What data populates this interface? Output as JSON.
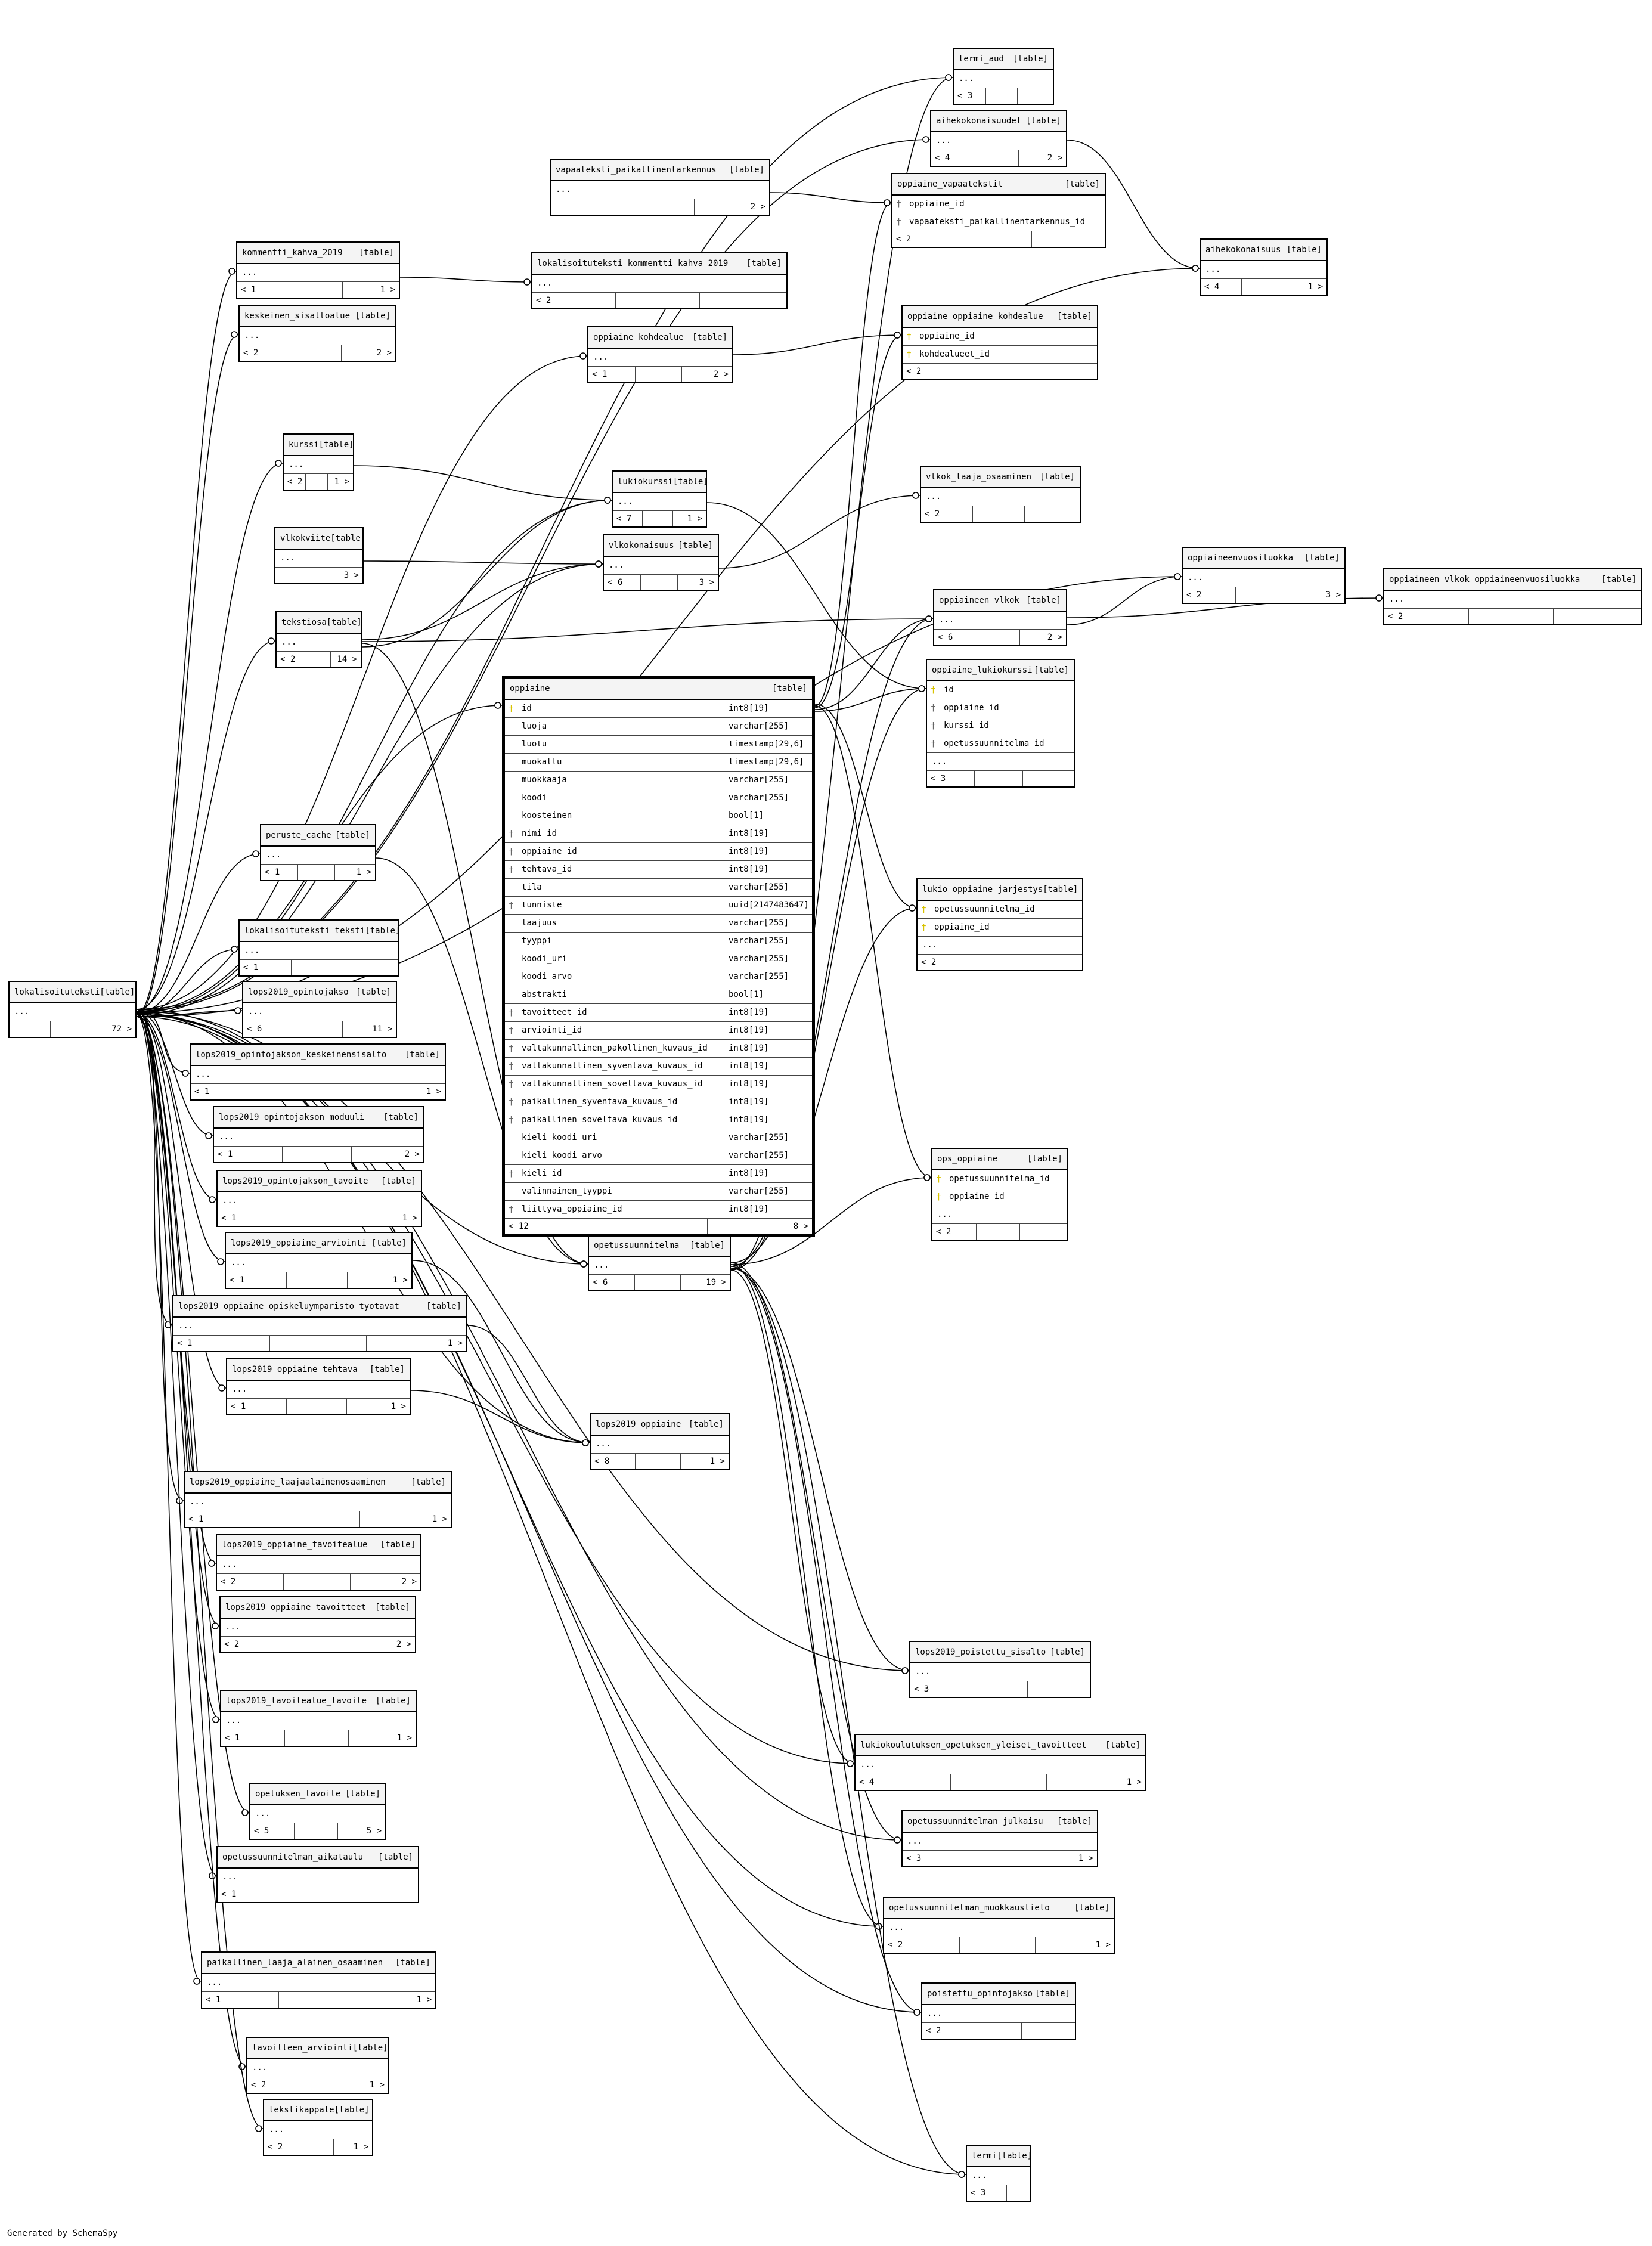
{
  "footer": "Generated by SchemaSpy",
  "colors": {
    "line": "#000000",
    "header_bg": "#f4f4f4",
    "pk_key": "#d8c300",
    "fk_key": "#666666"
  },
  "tables": [
    {
      "name": "termi_aud",
      "type": "[table]",
      "rows": [
        {
          "text": "..."
        }
      ],
      "footer": [
        "< 3",
        "",
        ""
      ]
    },
    {
      "name": "aihekokonaisuudet",
      "type": "[table]",
      "rows": [
        {
          "text": "..."
        }
      ],
      "footer": [
        "< 4",
        "",
        "2 >"
      ]
    },
    {
      "name": "vapaateksti_paikallinentarkennus",
      "type": "[table]",
      "rows": [
        {
          "text": "..."
        }
      ],
      "footer": [
        "",
        "",
        "2 >"
      ]
    },
    {
      "name": "oppiaine_vapaatekstit",
      "type": "[table]",
      "rows": [
        {
          "text": "oppiaine_id",
          "key": "fk"
        },
        {
          "text": "vapaateksti_paikallinentarkennus_id",
          "key": "fk"
        }
      ],
      "footer": [
        "< 2",
        "",
        ""
      ]
    },
    {
      "name": "aihekokonaisuus",
      "type": "[table]",
      "rows": [
        {
          "text": "..."
        }
      ],
      "footer": [
        "< 4",
        "",
        "1 >"
      ]
    },
    {
      "name": "kommentti_kahva_2019",
      "type": "[table]",
      "rows": [
        {
          "text": "..."
        }
      ],
      "footer": [
        "< 1",
        "",
        "1 >"
      ]
    },
    {
      "name": "lokalisoituteksti_kommentti_kahva_2019",
      "type": "[table]",
      "rows": [
        {
          "text": "..."
        }
      ],
      "footer": [
        "< 2",
        "",
        ""
      ]
    },
    {
      "name": "keskeinen_sisaltoalue",
      "type": "[table]",
      "rows": [
        {
          "text": "..."
        }
      ],
      "footer": [
        "< 2",
        "",
        "2 >"
      ]
    },
    {
      "name": "oppiaine_kohdealue",
      "type": "[table]",
      "rows": [
        {
          "text": "..."
        }
      ],
      "footer": [
        "< 1",
        "",
        "2 >"
      ]
    },
    {
      "name": "oppiaine_oppiaine_kohdealue",
      "type": "[table]",
      "rows": [
        {
          "text": "oppiaine_id",
          "key": "pk"
        },
        {
          "text": "kohdealueet_id",
          "key": "pk"
        }
      ],
      "footer": [
        "< 2",
        "",
        ""
      ]
    },
    {
      "name": "kurssi",
      "type": "[table]",
      "rows": [
        {
          "text": "..."
        }
      ],
      "footer": [
        "< 2",
        "",
        "1 >"
      ]
    },
    {
      "name": "lukiokurssi",
      "type": "[table]",
      "rows": [
        {
          "text": "..."
        }
      ],
      "footer": [
        "< 7",
        "",
        "1 >"
      ]
    },
    {
      "name": "vlkok_laaja_osaaminen",
      "type": "[table]",
      "rows": [
        {
          "text": "..."
        }
      ],
      "footer": [
        "< 2",
        "",
        ""
      ]
    },
    {
      "name": "vlkokviite",
      "type": "[table]",
      "rows": [
        {
          "text": "..."
        }
      ],
      "footer": [
        "",
        "",
        "3 >"
      ]
    },
    {
      "name": "vlkokonaisuus",
      "type": "[table]",
      "rows": [
        {
          "text": "..."
        }
      ],
      "footer": [
        "< 6",
        "",
        "3 >"
      ]
    },
    {
      "name": "oppiaineenvuosiluokka",
      "type": "[table]",
      "rows": [
        {
          "text": "..."
        }
      ],
      "footer": [
        "< 2",
        "",
        "3 >"
      ]
    },
    {
      "name": "oppiaineen_vlkok_oppiaineenvuosiluokka",
      "type": "[table]",
      "rows": [
        {
          "text": "..."
        }
      ],
      "footer": [
        "< 2",
        "",
        ""
      ]
    },
    {
      "name": "tekstiosa",
      "type": "[table]",
      "rows": [
        {
          "text": "..."
        }
      ],
      "footer": [
        "< 2",
        "",
        "14 >"
      ]
    },
    {
      "name": "oppiaineen_vlkok",
      "type": "[table]",
      "rows": [
        {
          "text": "..."
        }
      ],
      "footer": [
        "< 6",
        "",
        "2 >"
      ]
    },
    {
      "name": "oppiaine_lukiokurssi",
      "type": "[table]",
      "rows": [
        {
          "text": "id",
          "key": "pk"
        },
        {
          "text": "oppiaine_id",
          "key": "fk"
        },
        {
          "text": "kurssi_id",
          "key": "fk"
        },
        {
          "text": "opetussuunnitelma_id",
          "key": "fk"
        },
        {
          "text": "..."
        }
      ],
      "footer": [
        "< 3",
        "",
        ""
      ]
    },
    {
      "name": "peruste_cache",
      "type": "[table]",
      "rows": [
        {
          "text": "..."
        }
      ],
      "footer": [
        "< 1",
        "",
        "1 >"
      ]
    },
    {
      "name": "lokalisoituteksti_teksti",
      "type": "[table]",
      "rows": [
        {
          "text": "..."
        }
      ],
      "footer": [
        "< 1",
        "",
        ""
      ]
    },
    {
      "name": "lokalisoituteksti",
      "type": "[table]",
      "rows": [
        {
          "text": "..."
        }
      ],
      "footer": [
        "",
        "",
        "72 >"
      ]
    },
    {
      "name": "lops2019_opintojakso",
      "type": "[table]",
      "rows": [
        {
          "text": "..."
        }
      ],
      "footer": [
        "< 6",
        "",
        "11 >"
      ]
    },
    {
      "name": "lukio_oppiaine_jarjestys",
      "type": "[table]",
      "rows": [
        {
          "text": "opetussuunnitelma_id",
          "key": "pk"
        },
        {
          "text": "oppiaine_id",
          "key": "pk"
        },
        {
          "text": "..."
        }
      ],
      "footer": [
        "< 2",
        "",
        ""
      ]
    },
    {
      "name": "lops2019_opintojakson_keskeinensisalto",
      "type": "[table]",
      "rows": [
        {
          "text": "..."
        }
      ],
      "footer": [
        "< 1",
        "",
        "1 >"
      ]
    },
    {
      "name": "lops2019_opintojakson_moduuli",
      "type": "[table]",
      "rows": [
        {
          "text": "..."
        }
      ],
      "footer": [
        "< 1",
        "",
        "2 >"
      ]
    },
    {
      "name": "lops2019_opintojakson_tavoite",
      "type": "[table]",
      "rows": [
        {
          "text": "..."
        }
      ],
      "footer": [
        "< 1",
        "",
        "1 >"
      ]
    },
    {
      "name": "ops_oppiaine",
      "type": "[table]",
      "rows": [
        {
          "text": "opetussuunnitelma_id",
          "key": "pk"
        },
        {
          "text": "oppiaine_id",
          "key": "pk"
        },
        {
          "text": "..."
        }
      ],
      "footer": [
        "< 2",
        "",
        ""
      ]
    },
    {
      "name": "opetussuunnitelma",
      "type": "[table]",
      "rows": [
        {
          "text": "..."
        }
      ],
      "footer": [
        "< 6",
        "",
        "19 >"
      ]
    },
    {
      "name": "lops2019_oppiaine_arviointi",
      "type": "[table]",
      "rows": [
        {
          "text": "..."
        }
      ],
      "footer": [
        "< 1",
        "",
        "1 >"
      ]
    },
    {
      "name": "lops2019_oppiaine_opiskeluymparisto_tyotavat",
      "type": "[table]",
      "rows": [
        {
          "text": "..."
        }
      ],
      "footer": [
        "< 1",
        "",
        "1 >"
      ]
    },
    {
      "name": "lops2019_oppiaine_tehtava",
      "type": "[table]",
      "rows": [
        {
          "text": "..."
        }
      ],
      "footer": [
        "< 1",
        "",
        "1 >"
      ]
    },
    {
      "name": "lops2019_oppiaine",
      "type": "[table]",
      "rows": [
        {
          "text": "..."
        }
      ],
      "footer": [
        "< 8",
        "",
        "1 >"
      ]
    },
    {
      "name": "lops2019_oppiaine_laajaalainenosaaminen",
      "type": "[table]",
      "rows": [
        {
          "text": "..."
        }
      ],
      "footer": [
        "< 1",
        "",
        "1 >"
      ]
    },
    {
      "name": "lops2019_oppiaine_tavoitealue",
      "type": "[table]",
      "rows": [
        {
          "text": "..."
        }
      ],
      "footer": [
        "< 2",
        "",
        "2 >"
      ]
    },
    {
      "name": "lops2019_oppiaine_tavoitteet",
      "type": "[table]",
      "rows": [
        {
          "text": "..."
        }
      ],
      "footer": [
        "< 2",
        "",
        "2 >"
      ]
    },
    {
      "name": "lops2019_poistettu_sisalto",
      "type": "[table]",
      "rows": [
        {
          "text": "..."
        }
      ],
      "footer": [
        "< 3",
        "",
        ""
      ]
    },
    {
      "name": "lops2019_tavoitealue_tavoite",
      "type": "[table]",
      "rows": [
        {
          "text": "..."
        }
      ],
      "footer": [
        "< 1",
        "",
        "1 >"
      ]
    },
    {
      "name": "lukiokoulutuksen_opetuksen_yleiset_tavoitteet",
      "type": "[table]",
      "rows": [
        {
          "text": "..."
        }
      ],
      "footer": [
        "< 4",
        "",
        "1 >"
      ]
    },
    {
      "name": "opetuksen_tavoite",
      "type": "[table]",
      "rows": [
        {
          "text": "..."
        }
      ],
      "footer": [
        "< 5",
        "",
        "5 >"
      ]
    },
    {
      "name": "opetussuunnitelman_julkaisu",
      "type": "[table]",
      "rows": [
        {
          "text": "..."
        }
      ],
      "footer": [
        "< 3",
        "",
        "1 >"
      ]
    },
    {
      "name": "opetussuunnitelman_aikataulu",
      "type": "[table]",
      "rows": [
        {
          "text": "..."
        }
      ],
      "footer": [
        "< 1",
        "",
        ""
      ]
    },
    {
      "name": "opetussuunnitelman_muokkaustieto",
      "type": "[table]",
      "rows": [
        {
          "text": "..."
        }
      ],
      "footer": [
        "< 2",
        "",
        "1 >"
      ]
    },
    {
      "name": "paikallinen_laaja_alainen_osaaminen",
      "type": "[table]",
      "rows": [
        {
          "text": "..."
        }
      ],
      "footer": [
        "< 1",
        "",
        "1 >"
      ]
    },
    {
      "name": "poistettu_opintojakso",
      "type": "[table]",
      "rows": [
        {
          "text": "..."
        }
      ],
      "footer": [
        "< 2",
        "",
        ""
      ]
    },
    {
      "name": "tavoitteen_arviointi",
      "type": "[table]",
      "rows": [
        {
          "text": "..."
        }
      ],
      "footer": [
        "< 2",
        "",
        "1 >"
      ]
    },
    {
      "name": "tekstikappale",
      "type": "[table]",
      "rows": [
        {
          "text": "..."
        }
      ],
      "footer": [
        "< 2",
        "",
        "1 >"
      ]
    },
    {
      "name": "termi",
      "type": "[table]",
      "rows": [
        {
          "text": "..."
        }
      ],
      "footer": [
        "< 3",
        "",
        ""
      ]
    }
  ],
  "main_table": {
    "name": "oppiaine",
    "type": "[table]",
    "columns": [
      {
        "name": "id",
        "type": "int8[19]",
        "key": "pk"
      },
      {
        "name": "luoja",
        "type": "varchar[255]"
      },
      {
        "name": "luotu",
        "type": "timestamp[29,6]"
      },
      {
        "name": "muokattu",
        "type": "timestamp[29,6]"
      },
      {
        "name": "muokkaaja",
        "type": "varchar[255]"
      },
      {
        "name": "koodi",
        "type": "varchar[255]"
      },
      {
        "name": "koosteinen",
        "type": "bool[1]"
      },
      {
        "name": "nimi_id",
        "type": "int8[19]",
        "key": "fk"
      },
      {
        "name": "oppiaine_id",
        "type": "int8[19]",
        "key": "fk"
      },
      {
        "name": "tehtava_id",
        "type": "int8[19]",
        "key": "fk"
      },
      {
        "name": "tila",
        "type": "varchar[255]"
      },
      {
        "name": "tunniste",
        "type": "uuid[2147483647]",
        "key": "fk"
      },
      {
        "name": "laajuus",
        "type": "varchar[255]"
      },
      {
        "name": "tyyppi",
        "type": "varchar[255]"
      },
      {
        "name": "koodi_uri",
        "type": "varchar[255]"
      },
      {
        "name": "koodi_arvo",
        "type": "varchar[255]"
      },
      {
        "name": "abstrakti",
        "type": "bool[1]"
      },
      {
        "name": "tavoitteet_id",
        "type": "int8[19]",
        "key": "fk"
      },
      {
        "name": "arviointi_id",
        "type": "int8[19]",
        "key": "fk"
      },
      {
        "name": "valtakunnallinen_pakollinen_kuvaus_id",
        "type": "int8[19]",
        "key": "fk"
      },
      {
        "name": "valtakunnallinen_syventava_kuvaus_id",
        "type": "int8[19]",
        "key": "fk"
      },
      {
        "name": "valtakunnallinen_soveltava_kuvaus_id",
        "type": "int8[19]",
        "key": "fk"
      },
      {
        "name": "paikallinen_syventava_kuvaus_id",
        "type": "int8[19]",
        "key": "fk"
      },
      {
        "name": "paikallinen_soveltava_kuvaus_id",
        "type": "int8[19]",
        "key": "fk"
      },
      {
        "name": "kieli_koodi_uri",
        "type": "varchar[255]"
      },
      {
        "name": "kieli_koodi_arvo",
        "type": "varchar[255]"
      },
      {
        "name": "kieli_id",
        "type": "int8[19]",
        "key": "fk"
      },
      {
        "name": "valinnainen_tyyppi",
        "type": "varchar[255]"
      },
      {
        "name": "liittyva_oppiaine_id",
        "type": "int8[19]",
        "key": "fk"
      }
    ],
    "footer": [
      "< 12",
      "",
      "8 >"
    ]
  },
  "relations": [
    [
      "lokalisoituteksti",
      "termi_aud"
    ],
    [
      "lokalisoituteksti",
      "aihekokonaisuudet"
    ],
    [
      "lokalisoituteksti",
      "aihekokonaisuus"
    ],
    [
      "lokalisoituteksti",
      "kommentti_kahva_2019"
    ],
    [
      "lokalisoituteksti",
      "keskeinen_sisaltoalue"
    ],
    [
      "lokalisoituteksti",
      "oppiaine_kohdealue"
    ],
    [
      "lokalisoituteksti",
      "kurssi"
    ],
    [
      "lokalisoituteksti",
      "lukiokurssi"
    ],
    [
      "lokalisoituteksti",
      "vlkokonaisuus"
    ],
    [
      "lokalisoituteksti",
      "oppiaineenvuosiluokka"
    ],
    [
      "lokalisoituteksti",
      "tekstiosa"
    ],
    [
      "lokalisoituteksti",
      "oppiaine"
    ],
    [
      "lokalisoituteksti",
      "peruste_cache"
    ],
    [
      "lokalisoituteksti",
      "lokalisoituteksti_teksti"
    ],
    [
      "lokalisoituteksti",
      "lops2019_opintojakso"
    ],
    [
      "lokalisoituteksti",
      "lops2019_opintojakson_keskeinensisalto"
    ],
    [
      "lokalisoituteksti",
      "lops2019_opintojakson_moduuli"
    ],
    [
      "lokalisoituteksti",
      "lops2019_opintojakson_tavoite"
    ],
    [
      "lokalisoituteksti",
      "opetussuunnitelma"
    ],
    [
      "lokalisoituteksti",
      "lops2019_oppiaine_arviointi"
    ],
    [
      "lokalisoituteksti",
      "lops2019_oppiaine_opiskeluymparisto_tyotavat"
    ],
    [
      "lokalisoituteksti",
      "lops2019_oppiaine_tehtava"
    ],
    [
      "lokalisoituteksti",
      "lops2019_oppiaine"
    ],
    [
      "lokalisoituteksti",
      "lops2019_oppiaine_laajaalainenosaaminen"
    ],
    [
      "lokalisoituteksti",
      "lops2019_oppiaine_tavoitealue"
    ],
    [
      "lokalisoituteksti",
      "lops2019_oppiaine_tavoitteet"
    ],
    [
      "lokalisoituteksti",
      "lops2019_poistettu_sisalto"
    ],
    [
      "lokalisoituteksti",
      "lops2019_tavoitealue_tavoite"
    ],
    [
      "lokalisoituteksti",
      "lukiokoulutuksen_opetuksen_yleiset_tavoitteet"
    ],
    [
      "lokalisoituteksti",
      "opetuksen_tavoite"
    ],
    [
      "lokalisoituteksti",
      "opetussuunnitelman_julkaisu"
    ],
    [
      "lokalisoituteksti",
      "opetussuunnitelman_aikataulu"
    ],
    [
      "lokalisoituteksti",
      "opetussuunnitelman_muokkaustieto"
    ],
    [
      "lokalisoituteksti",
      "paikallinen_laaja_alainen_osaaminen"
    ],
    [
      "lokalisoituteksti",
      "poistettu_opintojakso"
    ],
    [
      "lokalisoituteksti",
      "tavoitteen_arviointi"
    ],
    [
      "lokalisoituteksti",
      "tekstikappale"
    ],
    [
      "lokalisoituteksti",
      "termi"
    ],
    [
      "vapaateksti_paikallinentarkennus",
      "oppiaine_vapaatekstit"
    ],
    [
      "kommentti_kahva_2019",
      "lokalisoituteksti_kommentti_kahva_2019"
    ],
    [
      "oppiaine_kohdealue",
      "oppiaine_oppiaine_kohdealue"
    ],
    [
      "aihekokonaisuudet",
      "aihekokonaisuus"
    ],
    [
      "kurssi",
      "lukiokurssi"
    ],
    [
      "vlkokviite",
      "vlkokonaisuus"
    ],
    [
      "tekstiosa",
      "lukiokurssi"
    ],
    [
      "tekstiosa",
      "vlkokonaisuus"
    ],
    [
      "tekstiosa",
      "oppiaineen_vlkok"
    ],
    [
      "tekstiosa",
      "opetussuunnitelma"
    ],
    [
      "vlkokonaisuus",
      "vlkok_laaja_osaaminen"
    ],
    [
      "oppiaineen_vlkok",
      "oppiaineenvuosiluokka"
    ],
    [
      "oppiaineen_vlkok",
      "oppiaineen_vlkok_oppiaineenvuosiluokka"
    ],
    [
      "oppiaine",
      "oppiaine_vapaatekstit"
    ],
    [
      "oppiaine",
      "oppiaine_oppiaine_kohdealue"
    ],
    [
      "oppiaine",
      "oppiaineen_vlkok"
    ],
    [
      "oppiaine",
      "oppiaine_lukiokurssi"
    ],
    [
      "oppiaine",
      "lukio_oppiaine_jarjestys"
    ],
    [
      "oppiaine",
      "ops_oppiaine"
    ],
    [
      "lukiokurssi",
      "oppiaine_lukiokurssi"
    ],
    [
      "peruste_cache",
      "opetussuunnitelma"
    ],
    [
      "opetussuunnitelma",
      "oppiaine_lukiokurssi"
    ],
    [
      "opetussuunnitelma",
      "lukio_oppiaine_jarjestys"
    ],
    [
      "opetussuunnitelma",
      "ops_oppiaine"
    ],
    [
      "opetussuunnitelma",
      "oppiaineen_vlkok"
    ],
    [
      "opetussuunnitelma",
      "lops2019_poistettu_sisalto"
    ],
    [
      "opetussuunnitelma",
      "lukiokoulutuksen_opetuksen_yleiset_tavoitteet"
    ],
    [
      "opetussuunnitelma",
      "opetussuunnitelman_julkaisu"
    ],
    [
      "opetussuunnitelma",
      "opetussuunnitelman_muokkaustieto"
    ],
    [
      "opetussuunnitelma",
      "poistettu_opintojakso"
    ],
    [
      "opetussuunnitelma",
      "termi"
    ],
    [
      "opetussuunnitelma",
      "termi_aud"
    ],
    [
      "lops2019_oppiaine_arviointi",
      "lops2019_oppiaine"
    ],
    [
      "lops2019_oppiaine_opiskeluymparisto_tyotavat",
      "lops2019_oppiaine"
    ],
    [
      "lops2019_oppiaine_tehtava",
      "lops2019_oppiaine"
    ]
  ]
}
